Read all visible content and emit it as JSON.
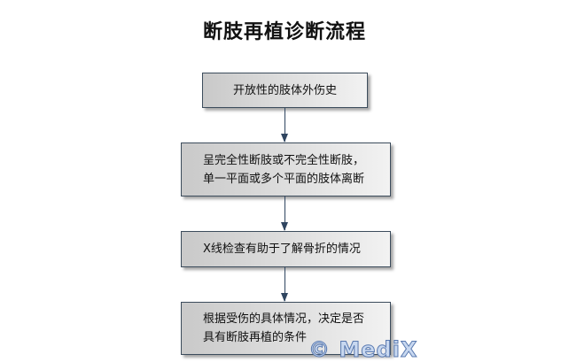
{
  "title": "断肢再植诊断流程",
  "steps": [
    {
      "lines": [
        "开放性的肢体外伤史"
      ]
    },
    {
      "lines": [
        "呈完全性断肢或不完全性断肢，",
        "单一平面或多个平面的肢体离断"
      ]
    },
    {
      "lines": [
        "X线检查有助于了解骨折的情况"
      ]
    },
    {
      "lines": [
        "根据受伤的具体情况，决定是否",
        "具有断肢再植的条件"
      ]
    }
  ],
  "watermark": "© MediX"
}
